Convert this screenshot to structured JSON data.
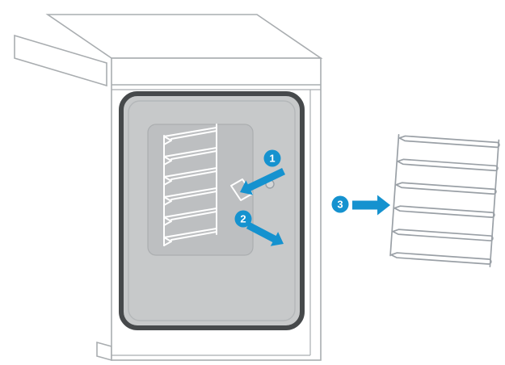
{
  "figure": {
    "steps": [
      {
        "number": "1"
      },
      {
        "number": "2"
      },
      {
        "number": "3"
      }
    ],
    "colors": {
      "step_accent_blue": "#1592cf",
      "outline_gray": "#a9adb0",
      "door_frame_dark": "#46494b",
      "door_glass_gray": "#c7c9ca",
      "cavity_inset_gray": "#bdbfc1",
      "rack_wire_white": "#ffffff",
      "removed_rack_gray": "#9aa0a6"
    }
  }
}
